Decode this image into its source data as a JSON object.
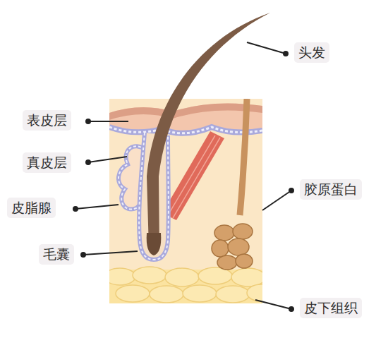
{
  "diagram": {
    "labels": [
      "头发",
      "表皮层",
      "真皮层",
      "胶原蛋白",
      "皮脂腺",
      "毛囊",
      "皮下组织"
    ]
  }
}
